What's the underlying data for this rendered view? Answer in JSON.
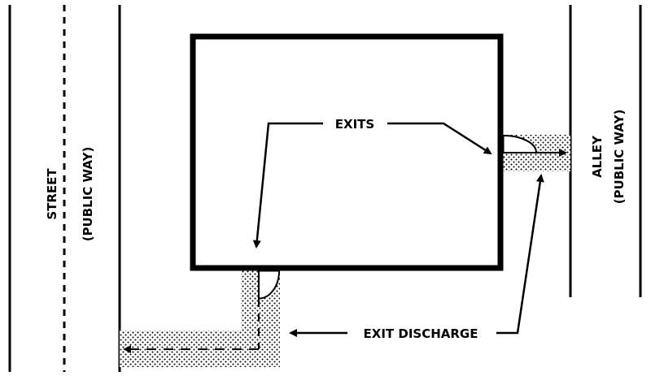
{
  "labels": {
    "street": "STREET",
    "street_sub": "(PUBLIC WAY)",
    "alley": "ALLEY",
    "alley_sub": "(PUBLIC WAY)",
    "exits": "EXITS",
    "exit_discharge": "EXIT DISCHARGE"
  }
}
